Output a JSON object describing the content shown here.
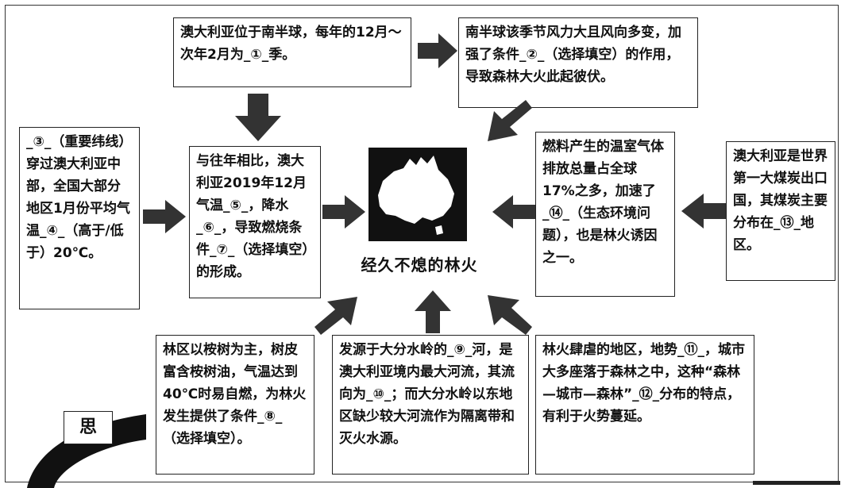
{
  "title": "经久不熄的林火",
  "tag": "思",
  "boxes": {
    "top_left": "澳大利亚位于南半球，每年的12月～次年2月为_①_季。",
    "top_right": "南半球该季节风力大且风向多变，加强了条件_②_（选择填空）的作用，导致森林大火此起彼伏。",
    "mid_left": "_③_（重要纬线）穿过澳大利亚中部，全国大部分地区1月份平均气温_④_（高于/低于）20℃。",
    "mid_center_left": "与往年相比，澳大利亚2019年12月气温_⑤_，降水_⑥_，导致燃烧条件_⑦_（选择填空）的形成。",
    "mid_center_right": "燃料产生的温室气体排放总量占全球17%之多，加速了_⑭_（生态环境问题），也是林火诱因之一。",
    "mid_right": "澳大利亚是世界第一大煤炭出口国，其煤炭主要分布在_⑬_地区。",
    "bottom_left": "林区以桉树为主，树皮富含桉树油，气温达到40℃时易自燃，为林火发生提供了条件_⑧_（选择填空）。",
    "bottom_center": "发源于大分水岭的_⑨_河，是澳大利亚境内最大河流，其流向为_⑩_；而大分水岭以东地区缺少较大河流作为隔离带和灭火水源。",
    "bottom_right": "林火肆虐的地区，地势_⑪_，城市大多座落于森林之中，这种“森林—城市—森林”_⑫_分布的特点，有利于火势蔓延。"
  }
}
